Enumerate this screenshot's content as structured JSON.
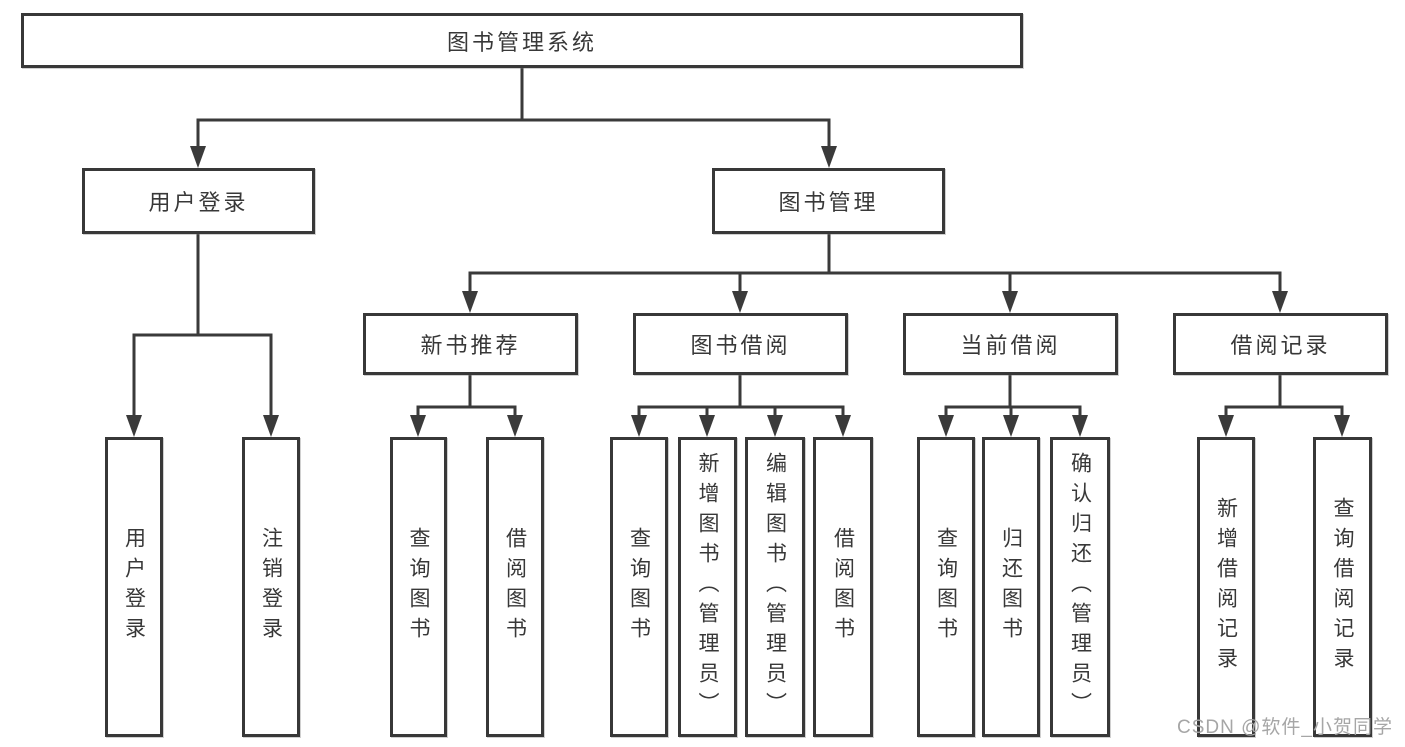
{
  "root": {
    "label": "图书管理系统"
  },
  "nodes": {
    "user_login": "用户登录",
    "book_mgmt": "图书管理",
    "new_book_rec": "新书推荐",
    "book_borrow": "图书借阅",
    "current_borrow": "当前借阅",
    "borrow_record": "借阅记录"
  },
  "leaves": {
    "user_login_leaf": "用户登录",
    "logout": "注销登录",
    "query_book_rec": "查询图书",
    "borrow_book_rec": "借阅图书",
    "query_book_borrow": "查询图书",
    "add_book_admin": "新增图书（管理员）",
    "edit_book_admin": "编辑图书（管理员）",
    "borrow_book_borrow": "借阅图书",
    "query_book_current": "查询图书",
    "return_book": "归还图书",
    "confirm_return_admin": "确认归还（管理员）",
    "add_borrow_record": "新增借阅记录",
    "query_borrow_record": "查询借阅记录"
  },
  "watermark": {
    "text": "CSDN @软件_小贺同学"
  },
  "colors": {
    "line": "#3a3a3a",
    "border": "#383838",
    "text": "#383838",
    "watermark": "#a6a6a6",
    "background": "#ffffff"
  }
}
